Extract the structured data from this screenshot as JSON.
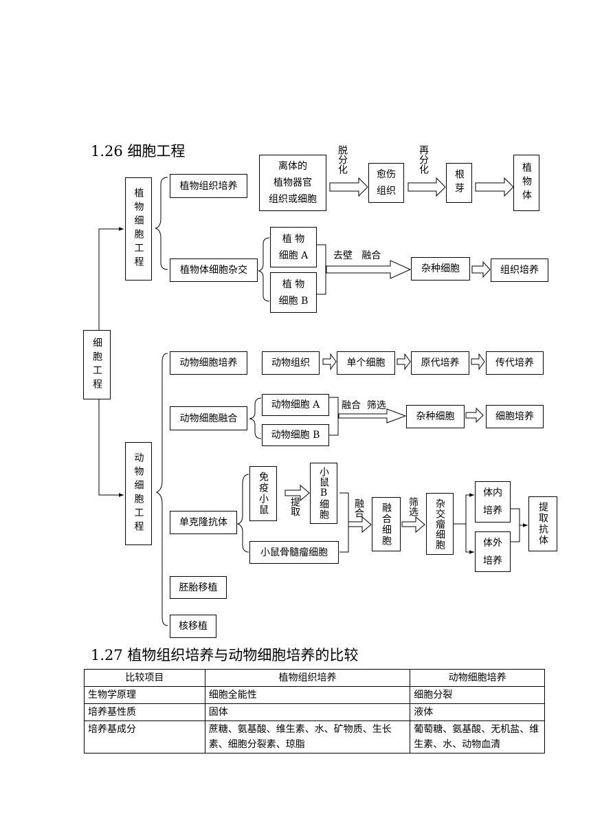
{
  "section1": {
    "title": "1.26 细胞工程"
  },
  "section2": {
    "title": "1.27 植物组织培养与动物细胞培养的比较"
  },
  "diagram": {
    "root": "细胞工程",
    "plant": {
      "label": "植物细胞工程",
      "tissue_culture": {
        "label": "植物组织培养",
        "explant": "离体的\n植物器官\n组织或细胞",
        "step1_label": "脱分化",
        "callus": "愈伤组织",
        "step2_label": "再分化",
        "root_bud": "根芽",
        "plant_body": "植物体"
      },
      "hybridization": {
        "label": "植物体细胞杂交",
        "cell_a": "植  物\n细胞 A",
        "cell_b": "植  物\n细胞 B",
        "process_label": "去壁   融合",
        "hybrid": "杂种细胞",
        "culture": "组织培养"
      }
    },
    "animal": {
      "label": "动物细胞工程",
      "cell_culture": {
        "label": "动物细胞培养",
        "tissue": "动物组织",
        "single": "单个细胞",
        "primary": "原代培养",
        "passage": "传代培养"
      },
      "cell_fusion": {
        "label": "动物细胞融合",
        "cell_a": "动物细胞 A",
        "cell_b": "动物细胞 B",
        "process_label": "融合  筛选",
        "hybrid": "杂种细胞",
        "culture": "细胞培养"
      },
      "monoclonal": {
        "label": "单克隆抗体",
        "immunize": "免疫小鼠",
        "extract_label": "提取",
        "b_cell": "小鼠B细胞",
        "myeloma": "小鼠骨髓瘤细胞",
        "fuse_label": "融合",
        "fused": "融合细胞",
        "screen_label": "筛选",
        "hybridoma": "杂交瘤细胞",
        "in_vivo": "体内\n培养",
        "in_vitro": "体外\n培养",
        "extract": "提取抗体"
      },
      "embryo_transfer": "胚胎移植",
      "nuclear_transfer": "核移植"
    }
  },
  "comparison_table": {
    "headers": [
      "比较项目",
      "植物组织培养",
      "动物细胞培养"
    ],
    "rows": [
      [
        "生物学原理",
        "细胞全能性",
        "细胞分裂"
      ],
      [
        "培养基性质",
        "固体",
        "液体"
      ],
      [
        "培养基成分",
        "蔗糖、氨基酸、维生素、水、矿物质、生长素、细胞分裂素、琼脂",
        "葡萄糖、氨基酸、无机盐、维生素、水、动物血清"
      ]
    ]
  }
}
